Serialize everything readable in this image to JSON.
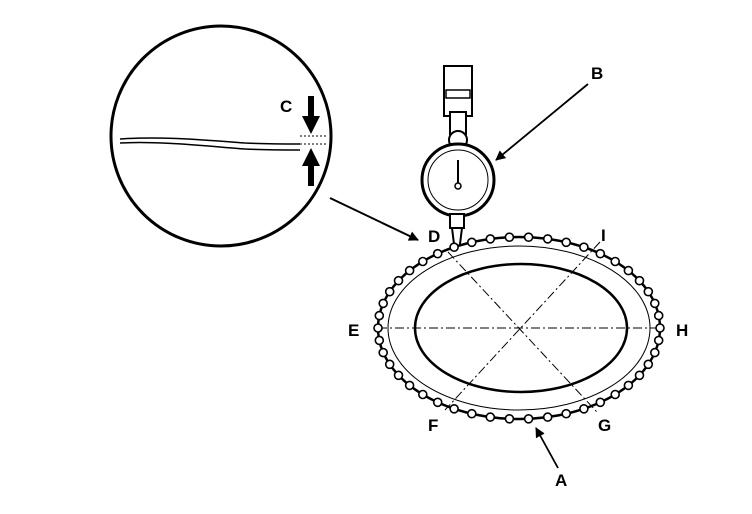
{
  "labels": {
    "A": "A",
    "B": "B",
    "C": "C",
    "D": "D",
    "E": "E",
    "F": "F",
    "G": "G",
    "H": "H",
    "I": "I"
  },
  "colors": {
    "ink": "#000000",
    "paper": "#ffffff"
  }
}
